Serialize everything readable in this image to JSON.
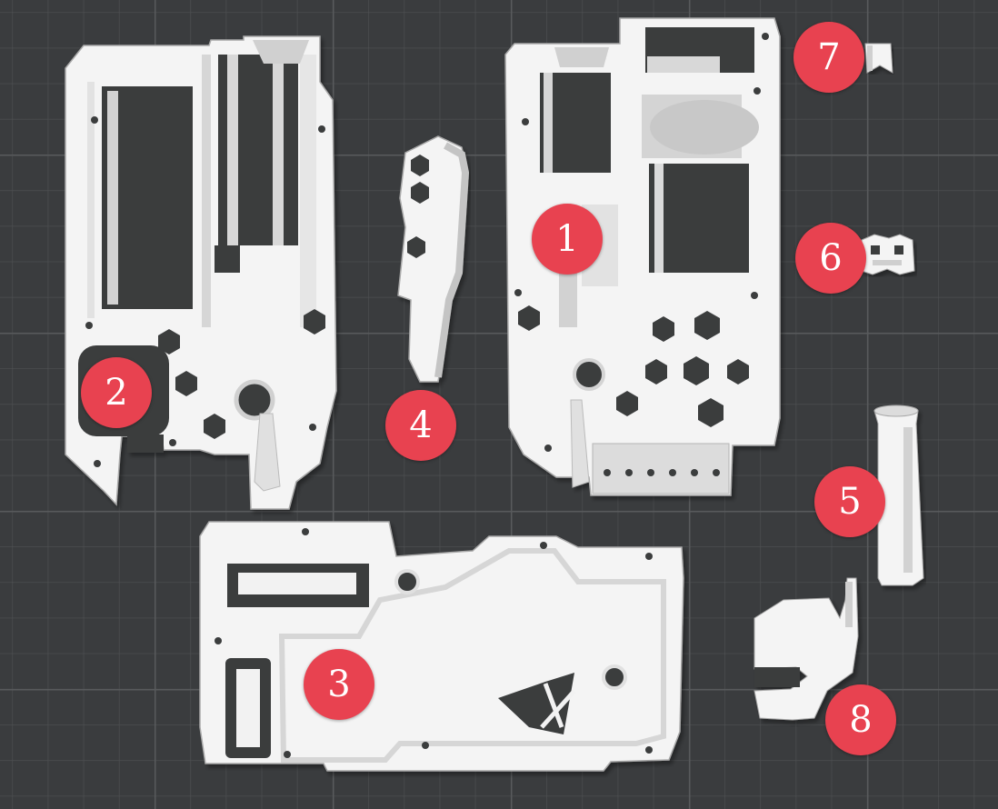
{
  "colors": {
    "bed": "#3a3c3e",
    "grid_major": "#585a5c",
    "part": "#f4f4f4",
    "part_shade": "#c9c9c9",
    "part_edge": "#a8a8a8",
    "cutout": "#3a3c3e",
    "marker": "#e84250",
    "marker_text": "#ffffff"
  },
  "markers": [
    {
      "label": "1",
      "part": "right-receiver-half"
    },
    {
      "label": "2",
      "part": "left-receiver-half"
    },
    {
      "label": "3",
      "part": "side-plate"
    },
    {
      "label": "4",
      "part": "grip-bar"
    },
    {
      "label": "5",
      "part": "pin"
    },
    {
      "label": "6",
      "part": "small-latch"
    },
    {
      "label": "7",
      "part": "small-catch"
    },
    {
      "label": "8",
      "part": "hook-bracket"
    }
  ]
}
